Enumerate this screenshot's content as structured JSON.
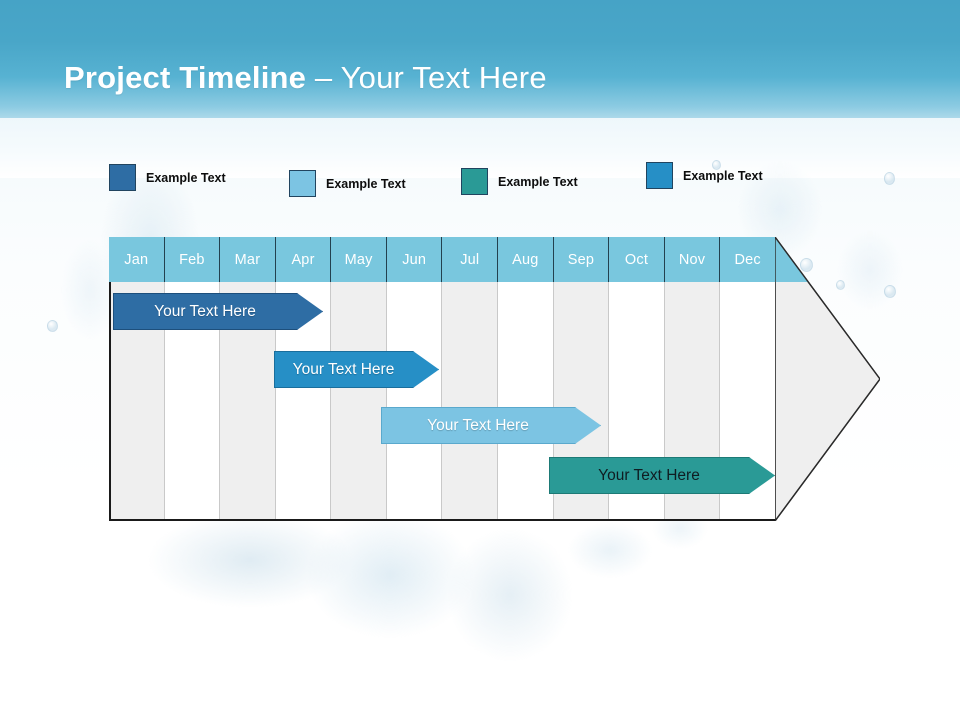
{
  "slide": {
    "title_bold": "Project Timeline",
    "title_rest": " – Your Text Here",
    "background_top_color": "#46a3c6",
    "background_bottom_color": "#ffffff"
  },
  "legend": {
    "items": [
      {
        "label": "Example Text",
        "color": "#2e6da4",
        "swatch_name": "legend-swatch-dark-blue"
      },
      {
        "label": "Example Text",
        "color": "#7cc4e3",
        "swatch_name": "legend-swatch-light-blue"
      },
      {
        "label": "Example Text",
        "color": "#2a9a96",
        "swatch_name": "legend-swatch-teal"
      },
      {
        "label": "Example Text",
        "color": "#268fc6",
        "swatch_name": "legend-swatch-blue"
      }
    ]
  },
  "chart_data": {
    "type": "bar",
    "title": "Project Timeline – Your Text Here",
    "xlabel": "",
    "ylabel": "",
    "grid": true,
    "legend_position": "top",
    "categories": [
      "Jan",
      "Feb",
      "Mar",
      "Apr",
      "May",
      "Jun",
      "Jul",
      "Aug",
      "Sep",
      "Oct",
      "Nov",
      "Dec"
    ],
    "series": [
      {
        "name": "Your  Text Here",
        "color": "#2e6da4",
        "start_month": "Jan",
        "end_month": "Apr",
        "start_index": 0,
        "end_index": 3.8,
        "row": 1
      },
      {
        "name": "Your  Text Here",
        "color": "#268fc6",
        "start_month": "Apr",
        "end_month": "Jun",
        "start_index": 2.9,
        "end_index": 5.9,
        "row": 2
      },
      {
        "name": "Your  Text Here",
        "color": "#7cc4e3",
        "start_month": "Jun",
        "end_month": "Sep",
        "start_index": 4.8,
        "end_index": 8.8,
        "row": 3
      },
      {
        "name": "Your  Text Here",
        "color": "#2a9a96",
        "start_month": "Sep",
        "end_month": "Dec",
        "start_index": 7.9,
        "end_index": 12,
        "row": 4
      }
    ]
  },
  "timeline": {
    "months": [
      "Jan",
      "Feb",
      "Mar",
      "Apr",
      "May",
      "Jun",
      "Jul",
      "Aug",
      "Sep",
      "Oct",
      "Nov",
      "Dec"
    ],
    "bars": [
      {
        "label": "Your  Text Here"
      },
      {
        "label": "Your  Text Here"
      },
      {
        "label": "Your  Text Here"
      },
      {
        "label": "Your  Text Here"
      }
    ],
    "header_color": "#79c7de",
    "stripe_color": "#efefef",
    "arrow_fill": "#efefef"
  }
}
